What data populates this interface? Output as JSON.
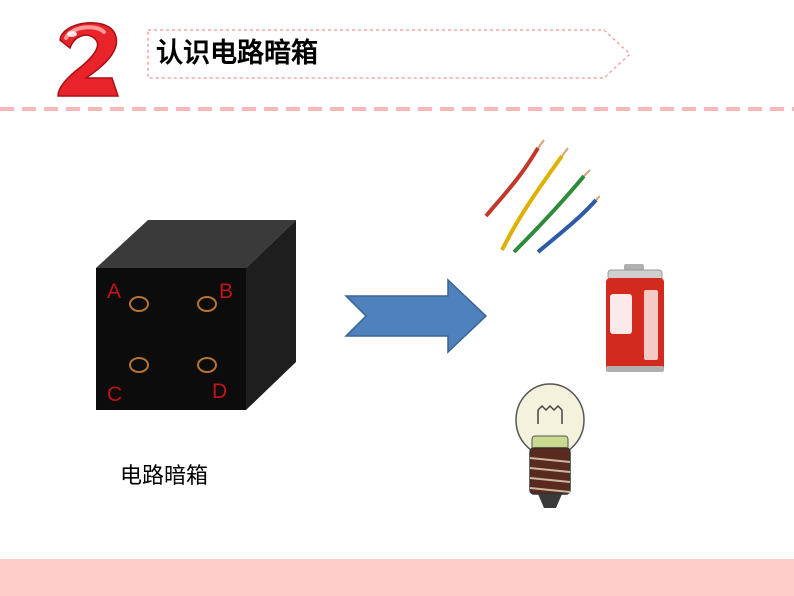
{
  "header": {
    "number": "2",
    "title": "认识电路暗箱"
  },
  "circuit_box": {
    "caption": "电路暗箱",
    "terminals": [
      "A",
      "B",
      "C",
      "D"
    ]
  },
  "components": {
    "items": [
      "wires-image",
      "battery-image",
      "light-bulb-image"
    ]
  },
  "colors": {
    "accent_red": "#e8232a",
    "divider_pink": "#f7b9b9",
    "footer_pink": "#ffcccc",
    "arrow_blue": "#4f81bd",
    "box_black": "#111111",
    "terminal_ring": "#b87333"
  }
}
